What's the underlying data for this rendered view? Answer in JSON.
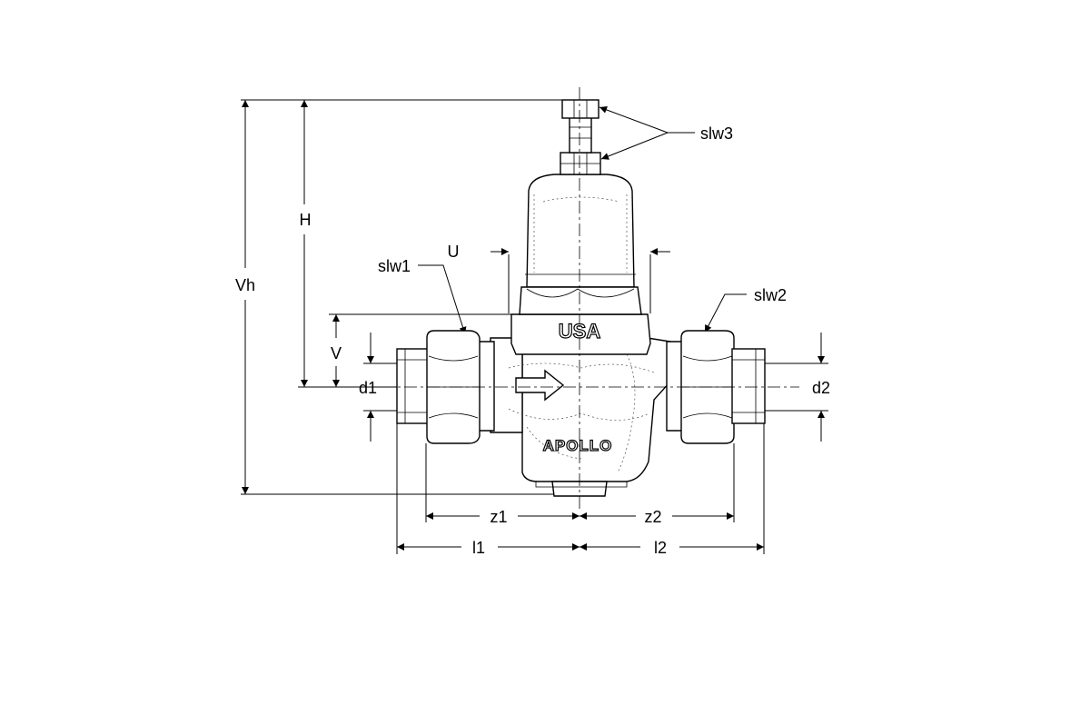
{
  "labels": {
    "vh": "Vh",
    "h": "H",
    "v": "V",
    "u": "U",
    "slw1": "slw1",
    "slw2": "slw2",
    "slw3": "slw3",
    "d1": "d1",
    "d2": "d2",
    "z1": "z1",
    "z2": "z2",
    "l1": "l1",
    "l2": "l2"
  },
  "body_marks": {
    "top": "USA",
    "bottom": "APOLLO"
  }
}
